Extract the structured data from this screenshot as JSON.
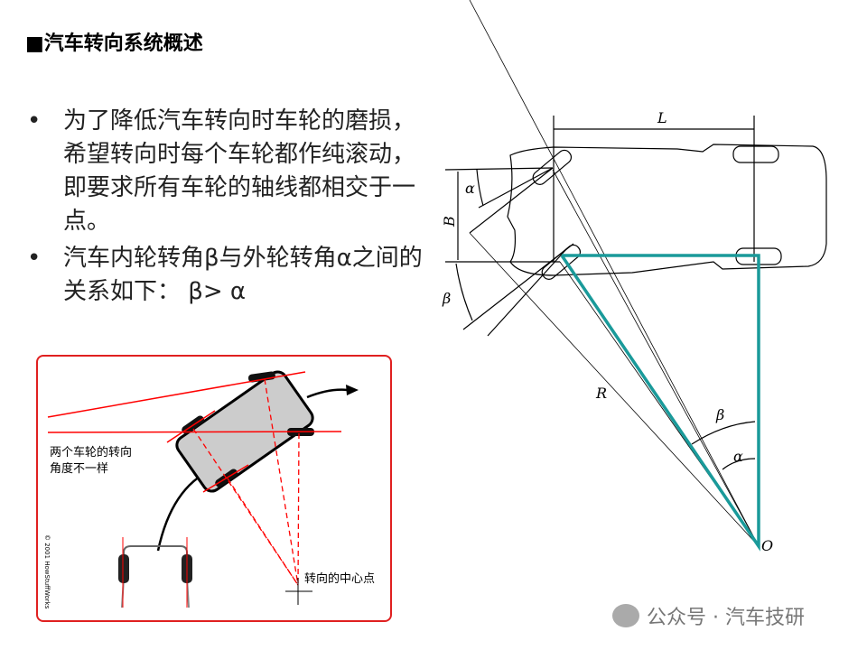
{
  "title": "■汽车转向系统概述",
  "bullets": [
    "为了降低汽车转向时车轮的磨损，希望转向时每个车轮都作纯滚动，即要求所有车轮的轴线都相交于一点。",
    "汽车内轮转角β与外轮转角α之间的关系如下：  β> α"
  ],
  "left_diagram": {
    "label1": "两个车轮的转向",
    "label2": "角度不一样",
    "center_label": "转向的中心点",
    "copyright": "© 2001 HowStuffWorks"
  },
  "right_diagram": {
    "L": "L",
    "B": "B",
    "alpha": "α",
    "beta": "β",
    "R": "R",
    "O": "O",
    "teal": "#1a9a9a"
  },
  "watermark": "公众号 · 汽车技研"
}
